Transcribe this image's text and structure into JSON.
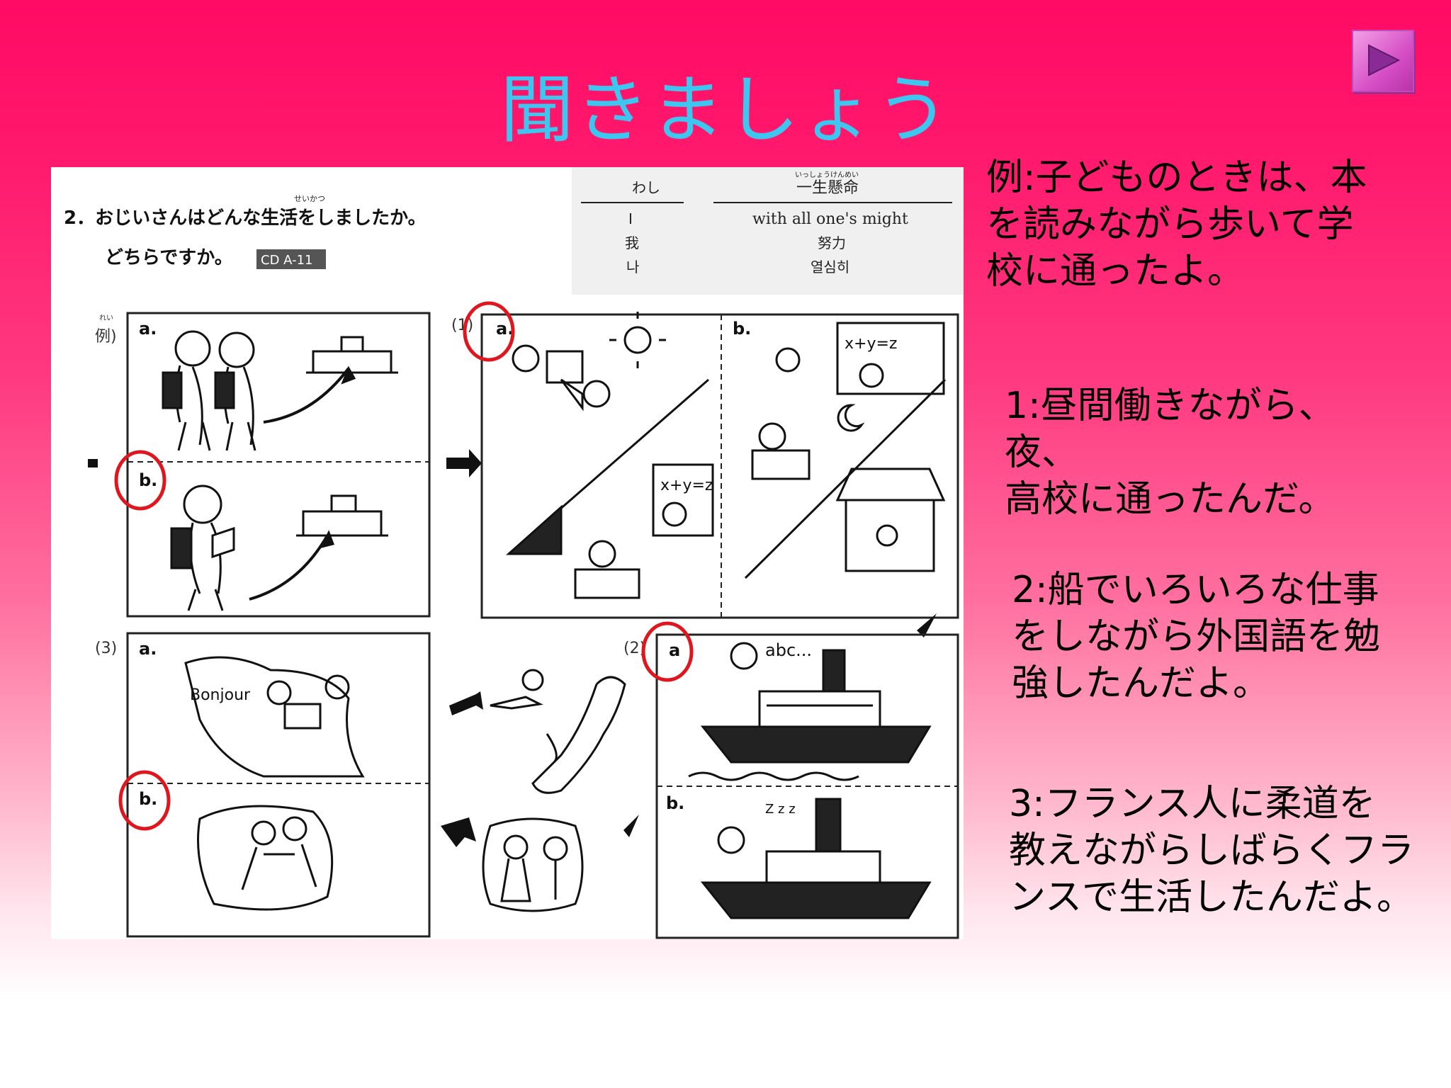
{
  "title": "聞きましょう",
  "nav": {
    "next_icon": "play-triangle-icon"
  },
  "worksheet": {
    "question_line1": "2．おじいさんはどんな生活をしましたか。",
    "question_furigana": "せいかつ",
    "question_line2": "どちらですか。",
    "cd_label": "CD A-11",
    "vocab": {
      "col1_furigana": "わし",
      "col1_en": "I",
      "col1_zh": "我",
      "col1_ko": "나",
      "col2_furigana": "いっしょうけんめい",
      "col2_word": "一生懸命",
      "col2_en": "with all one's might",
      "col2_zh": "努力",
      "col2_ko": "열심히"
    },
    "example_label": "例)",
    "example_furigana": "れい",
    "label_a": "a.",
    "label_b": "b.",
    "label_1": "(1)",
    "label_2": "(2)",
    "label_3": "(3)",
    "label_a_plain": "a",
    "bonjour": "Bonjour",
    "abc": "abc...",
    "formula": "x+y=z",
    "zzz": "Z z z"
  },
  "notes": {
    "example": [
      "例:子どものときは、本",
      "を読みながら歩いて学",
      "校に通ったよ。"
    ],
    "one": [
      "1:昼間働きながら、夜、",
      "高校に通ったんだ。"
    ],
    "two": [
      "2:船でいろいろな仕事",
      "をしながら外国語を勉",
      "強したんだよ。"
    ],
    "three": [
      "3:フランス人に柔道を",
      "教えながらしばらくフラ",
      "ンスで生活したんだよ。"
    ]
  },
  "colors": {
    "title": "#3dc7f0",
    "circle": "#e0161e",
    "background_top": "#ff0a64"
  }
}
